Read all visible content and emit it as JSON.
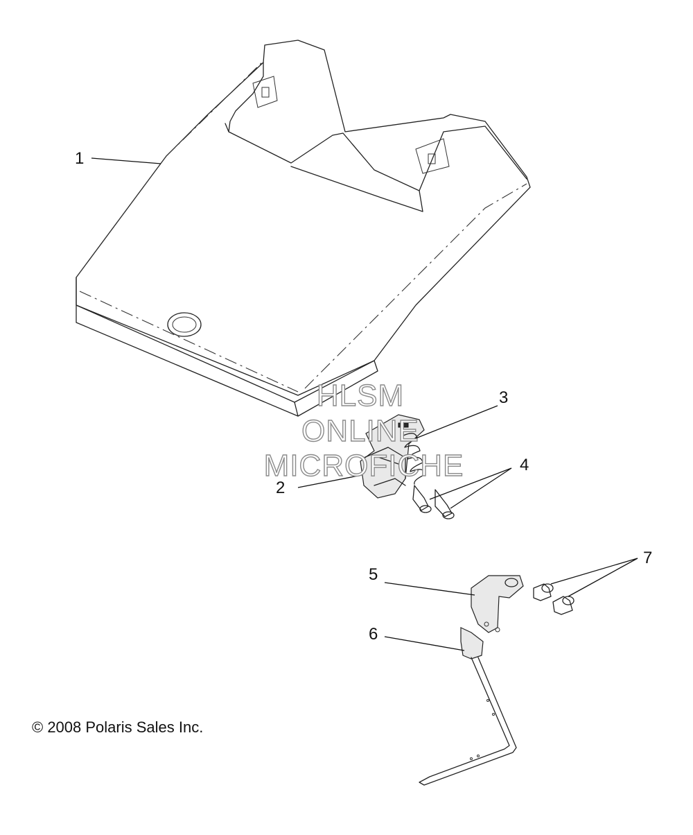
{
  "callouts": [
    {
      "id": "1",
      "label": "1"
    },
    {
      "id": "2",
      "label": "2"
    },
    {
      "id": "3",
      "label": "3"
    },
    {
      "id": "4",
      "label": "4"
    },
    {
      "id": "5",
      "label": "5"
    },
    {
      "id": "6",
      "label": "6"
    },
    {
      "id": "7",
      "label": "7"
    }
  ],
  "watermark": {
    "line1": "HLSM",
    "line2": "ONLINE",
    "line3": "MICROFICHE"
  },
  "copyright": "© 2008 Polaris Sales Inc."
}
